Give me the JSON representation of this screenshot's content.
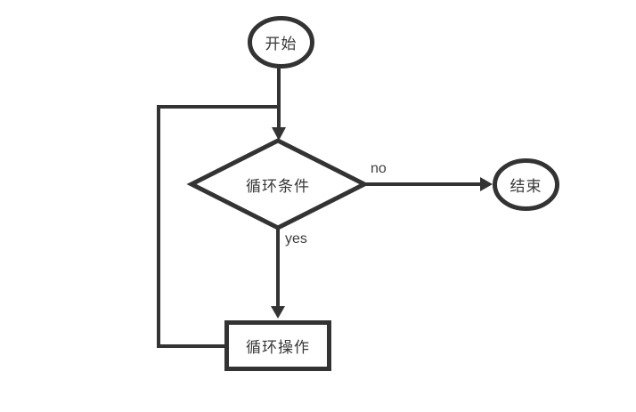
{
  "diagram": {
    "type": "flowchart",
    "background": "#ffffff",
    "line_color": "#333333",
    "shape_fill": "#ffffff",
    "text_color": "#383838"
  },
  "nodes": [
    {
      "id": "start",
      "type": "ellipse",
      "label": "开始"
    },
    {
      "id": "loop-condition",
      "type": "diamond",
      "label": "循环条件"
    },
    {
      "id": "end",
      "type": "ellipse",
      "label": "结束"
    },
    {
      "id": "loop-operation",
      "type": "rectangle",
      "label": "循环操作"
    }
  ],
  "edges": [
    {
      "from": "start",
      "to": "loop-condition",
      "label": ""
    },
    {
      "from": "loop-condition",
      "to": "end",
      "label": "no"
    },
    {
      "from": "loop-condition",
      "to": "loop-operation",
      "label": "yes"
    },
    {
      "from": "loop-operation",
      "to": "loop-condition",
      "label": ""
    }
  ]
}
